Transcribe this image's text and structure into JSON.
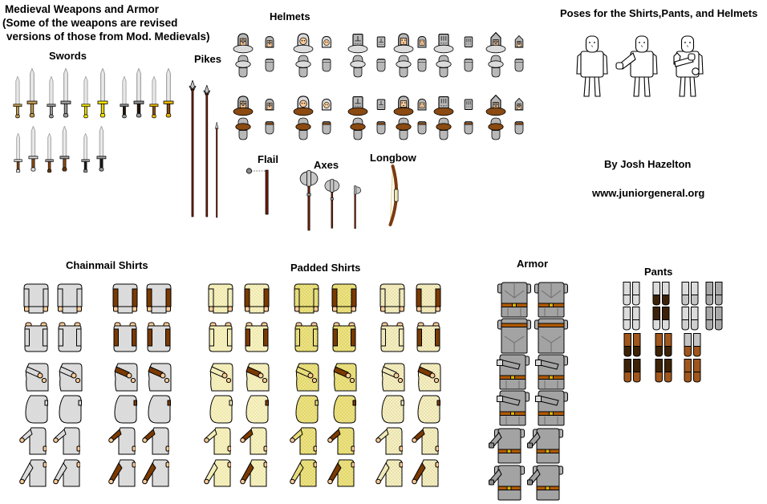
{
  "header": {
    "line1": "Medieval Weapons and Armor",
    "line2": "(Some of the weapons are revised",
    "line3": "versions of those from Mod. Medievals)"
  },
  "sections": {
    "swords": {
      "label": "Swords",
      "count": 16,
      "variants": [
        "tan-wrapped-hilt",
        "steel-wrapped-hilt",
        "gold-hilt",
        "dark-grip-steel-guard",
        "brown-grip-gold-guard",
        "brown-grip-pale-guard",
        "brown-grip-steel-guard",
        "black-grip-steel-guard"
      ],
      "sizes": [
        "small",
        "large"
      ]
    },
    "pikes": {
      "label": "Pikes",
      "count": 3,
      "sprites": [
        "winged-pike-tall",
        "winged-pike-tall",
        "plain-spear-short"
      ]
    },
    "helmets": {
      "label": "Helmets",
      "count": 48,
      "types": [
        "nasal-helm",
        "chainmail-coif",
        "great-helm-cross-slit",
        "round-helm-open-face",
        "flat-top-helm-slits",
        "conical-nasal-helm"
      ],
      "mantle_rows": [
        "gray-chainmail-mantle",
        "brown-leather-mantle"
      ],
      "views": [
        "front-with-face",
        "back"
      ],
      "sizes": [
        "large-with-mantle",
        "small"
      ]
    },
    "flail": {
      "label": "Flail",
      "count": 1
    },
    "axes": {
      "label": "Axes",
      "count": 3,
      "sprites": [
        "double-axe-large",
        "double-axe-medium",
        "hand-axe-small"
      ]
    },
    "longbow": {
      "label": "Longbow",
      "count": 1
    },
    "chainmail": {
      "label": "Chainmail Shirts",
      "count": 24,
      "columns": [
        "plain-front",
        "plain-back",
        "brown-sleeve-front",
        "brown-sleeve-back"
      ],
      "pose_rows": [
        "arms-down",
        "vest-skin-shoulders",
        "arm-crossed",
        "back-hunched",
        "arm-raised",
        "arm-lowered"
      ]
    },
    "padded": {
      "label": "Padded Shirts",
      "count": 36,
      "fabrics": [
        "pale-yellow-dotted",
        "yellow-dotted",
        "cream-crosshatch"
      ],
      "columns_per_fabric": [
        "plain",
        "brown-sleeve"
      ],
      "pose_rows": [
        "arms-down",
        "vest-skin-shoulders",
        "arm-crossed",
        "back-hunched",
        "arm-raised",
        "arm-lowered"
      ]
    },
    "armor": {
      "label": "Armor",
      "count": 12,
      "pose_rows": [
        "front-belt-buckle",
        "back-high-belt",
        "arm-crossed-front",
        "arm-crossed-back",
        "arm-out-front",
        "arm-out-back"
      ]
    },
    "pants": {
      "label": "Pants",
      "count": 14,
      "row1": [
        "chainmail",
        "chainmail-dark-boots",
        "chainmail-gray-greaves",
        "plate-legs"
      ],
      "row2": [
        "brown-dark-boots",
        "brown-dark-boots-alt",
        "greaves-over-brown"
      ]
    }
  },
  "poses": {
    "title": "Poses for the Shirts,Pants, and Helmets",
    "count": 3,
    "sprites": [
      "pose-standing",
      "pose-arm-extended",
      "pose-arm-bent-carrying"
    ]
  },
  "credit": {
    "author": "By Josh Hazelton",
    "website": "www.juniorgeneral.org"
  },
  "palette": {
    "chainmail_gray": "#c9c9c9",
    "padded_pale": "#f0e9a8",
    "padded_yellow": "#e3d763",
    "padded_cream": "#f5f0c8",
    "sleeve_brown": "#7b3a00",
    "mantle_brown": "#8a4a12",
    "skin": "#ffcc99",
    "armor_gray": "#a3a3a3",
    "belt_orange": "#b05a00",
    "buckle_gold": "#d8b400",
    "shaft_maroon": "#6b1d05",
    "blade_steel": "#d9d9d9",
    "gold": "#e8b400",
    "bright_yellow": "#f5e400",
    "pants_brown": "#a0561c",
    "boot_dark": "#3d2207",
    "bow_brown": "#7b3a10"
  }
}
